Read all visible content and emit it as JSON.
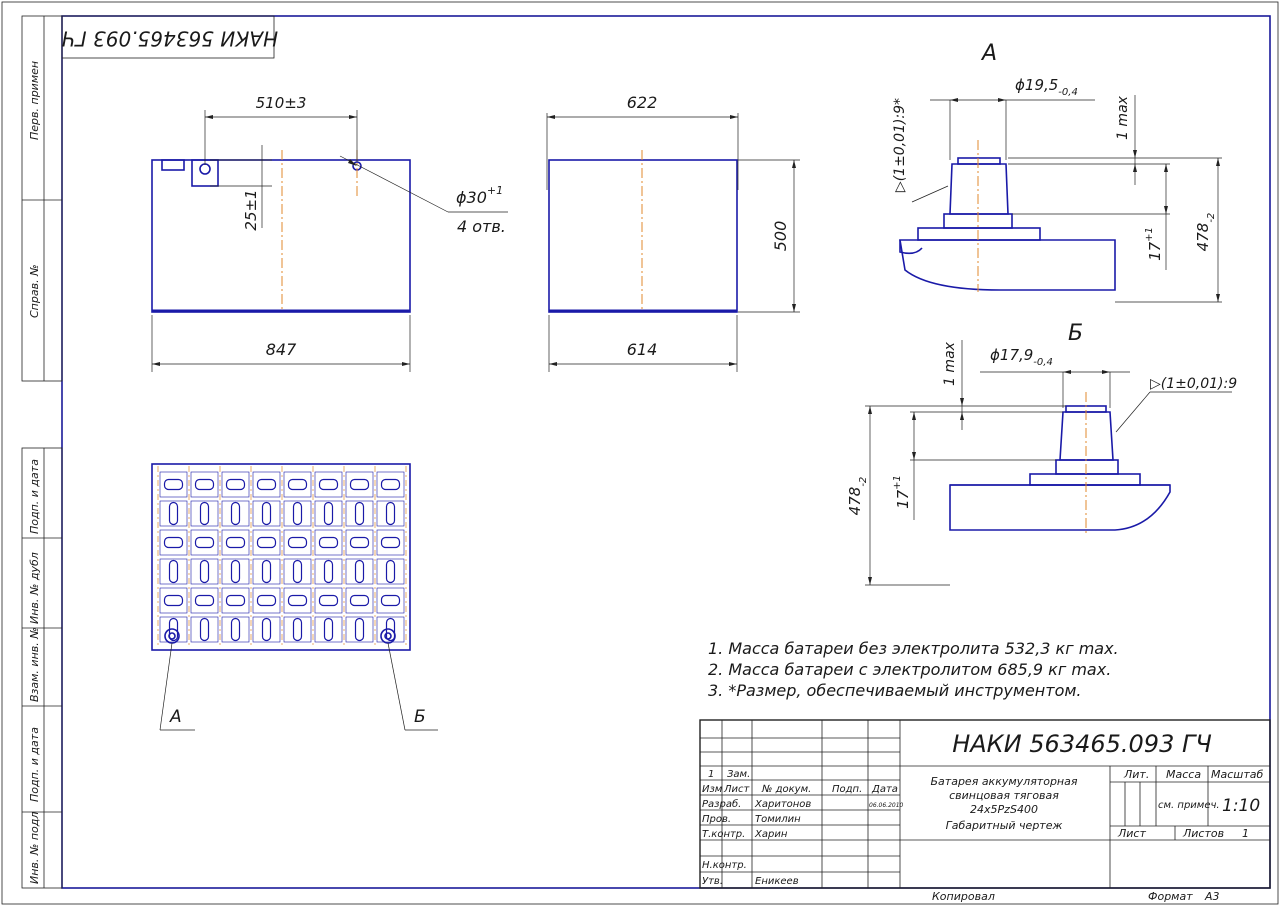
{
  "drawing": {
    "stamp_code_rotated": "НАКИ 563465.093 ГЧ",
    "front_view": {
      "dim_top": "510±3",
      "dim_height": "25±1",
      "hole_dia": "ϕ30",
      "hole_dia_tol": "+1",
      "hole_count": "4 отв.",
      "dim_width": "847"
    },
    "side_view": {
      "dim_top": "622",
      "dim_height": "500",
      "dim_bottom": "614"
    },
    "detail_a": {
      "label": "A",
      "dia": "ϕ19,5",
      "dia_tol": "-0,4",
      "taper": "▷(1±0,01):9*",
      "max": "1 max",
      "h17": "17",
      "h17_tol": "+1",
      "h478": "478",
      "h478_tol": "-2"
    },
    "detail_b": {
      "label": "Б",
      "dia": "ϕ17,9",
      "dia_tol": "-0,4",
      "taper": "▷(1±0,01):9",
      "max": "1 max",
      "h17": "17",
      "h17_tol": "+1",
      "h478": "478",
      "h478_tol": "-2"
    },
    "plan_view": {
      "callout_a": "A",
      "callout_b": "Б"
    },
    "notes": [
      "1. Масса батареи без электролита 532,3 кг max.",
      "2. Масса батареи с электролитом 685,9 кг max.",
      "3.  *Размер, обеспечиваемый инструментом."
    ]
  },
  "left_strip": {
    "labels": [
      "Перв. примен",
      "Справ. №",
      "Подп. и дата",
      "Инв. № дубл",
      "Взам. инв. №",
      "Подп. и дата",
      "Инв. № подл"
    ]
  },
  "title_block": {
    "code": "НАКИ 563465.093 ГЧ",
    "name_lines": [
      "Батарея аккумуляторная",
      "свинцовая тяговая",
      "24x5PzS400",
      "Габаритный чертеж"
    ],
    "change_row": [
      "1",
      "Зам."
    ],
    "headers": [
      "Изм",
      "Лист",
      "№ докум.",
      "Подп.",
      "Дата"
    ],
    "roles": [
      "Разраб.",
      "Пров.",
      "Т.контр.",
      "",
      "Н.контр.",
      "Утв."
    ],
    "people": [
      "Харитонов",
      "Томилин",
      "Харин",
      "",
      "",
      "Еникеев"
    ],
    "date_small": "06.06.2010",
    "lit_label": "Лит.",
    "mass_label": "Масса",
    "scale_label": "Масштаб",
    "mass_value": "см. примеч.",
    "scale_value": "1:10",
    "sheet_label": "Лист",
    "sheets_label": "Листов",
    "sheets_value": "1",
    "copied": "Копировал",
    "format_label": "Формат",
    "format_value": "A3"
  }
}
